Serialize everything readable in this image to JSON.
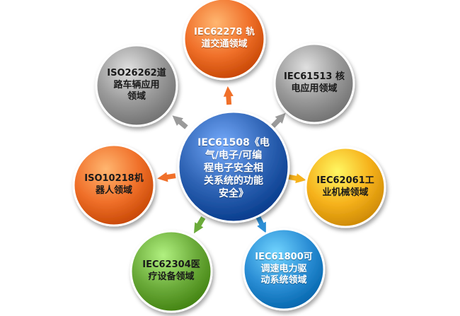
{
  "center": {
    "text": "IEC61508《电\n气/电子/可编\n程电子安全相\n关系统的功能\n安全》",
    "color": "#2f64b5"
  },
  "nodes": [
    {
      "id": "rail",
      "text": "IEC62278 轨\n道交通领域",
      "color": "#f0702a",
      "text_color": "#ffffff"
    },
    {
      "id": "nuclear",
      "text": "IEC61513 核\n电应用领域",
      "color": "#9a9a9a",
      "text_color": "#1a1a1a"
    },
    {
      "id": "machinery",
      "text": "IEC62061工\n业机械领域",
      "color": "#f6b21c",
      "text_color": "#1a1a1a"
    },
    {
      "id": "drive",
      "text": "IEC61800可\n调速电力驱\n动系统领域",
      "color": "#2c8fd6",
      "text_color": "#ffffff"
    },
    {
      "id": "medical",
      "text": "IEC62304医\n疗设备领域",
      "color": "#6bab3a",
      "text_color": "#1a1a1a"
    },
    {
      "id": "robot",
      "text": "ISO10218机\n器人领域",
      "color": "#f0702a",
      "text_color": "#1a1a1a"
    },
    {
      "id": "road",
      "text": "ISO26262道\n路车辆应用\n领域",
      "color": "#9a9a9a",
      "text_color": "#1a1a1a"
    }
  ]
}
